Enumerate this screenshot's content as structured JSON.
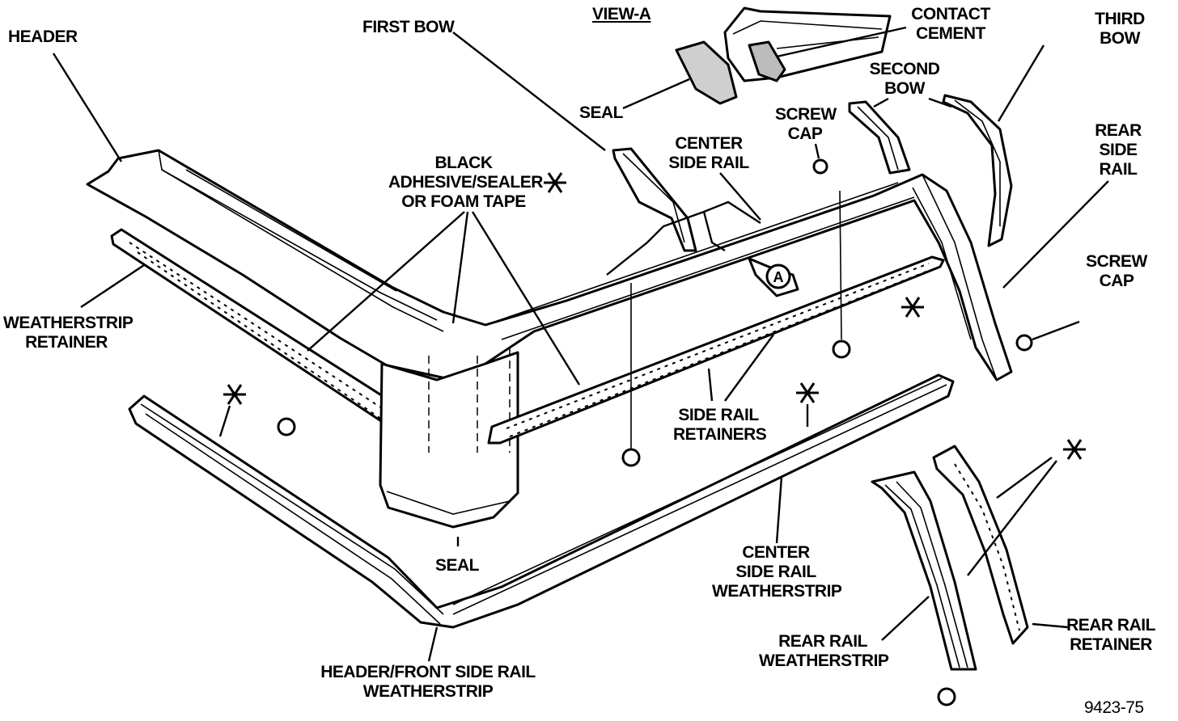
{
  "labels": {
    "header": "HEADER",
    "first_bow": "FIRST BOW",
    "view_a": "VIEW-A",
    "contact_cement": [
      "CONTACT",
      "CEMENT"
    ],
    "third_bow": [
      "THIRD",
      "BOW"
    ],
    "second_bow": [
      "SECOND",
      "BOW"
    ],
    "seal_top": "SEAL",
    "screw_cap_top": [
      "SCREW",
      "CAP"
    ],
    "center_side_rail": [
      "CENTER",
      "SIDE RAIL"
    ],
    "black_adhesive": [
      "BLACK",
      "ADHESIVE/SEALER",
      "OR FOAM TAPE"
    ],
    "rear_side_rail": [
      "REAR",
      "SIDE",
      "RAIL"
    ],
    "screw_cap_right": [
      "SCREW",
      "CAP"
    ],
    "weatherstrip_retainer": [
      "WEATHERSTRIP",
      "RETAINER"
    ],
    "side_rail_retainers": [
      "SIDE RAIL",
      "RETAINERS"
    ],
    "seal_bottom": "SEAL",
    "center_side_rail_weatherstrip": [
      "CENTER",
      "SIDE RAIL",
      "WEATHERSTRIP"
    ],
    "rear_rail_weatherstrip": [
      "REAR RAIL",
      "WEATHERSTRIP"
    ],
    "rear_rail_retainer": [
      "REAR RAIL",
      "RETAINER"
    ],
    "header_front_side_rail_weatherstrip": [
      "HEADER/FRONT SIDE RAIL",
      "WEATHERSTRIP"
    ],
    "figure_number": "9423-75",
    "view_callout": "A"
  }
}
